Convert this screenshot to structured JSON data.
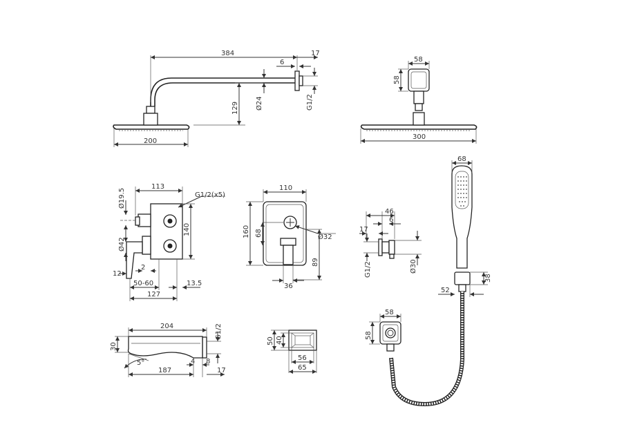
{
  "shower_arm": {
    "dim_length": "384",
    "dim_flange": "17",
    "dim_6": "6",
    "dim_height": "129",
    "dim_pipe": "Ø24",
    "dim_thread": "G1/2",
    "dim_head_width": "200"
  },
  "ceiling_head": {
    "dim_mount_width": "58",
    "dim_mount_height": "58",
    "dim_head_width": "300"
  },
  "diverter_body": {
    "dim_113": "113",
    "dim_thread": "G1/2(x5)",
    "dim_19_5": "Ø19.5",
    "dim_42": "Ø42",
    "dim_140": "140",
    "dim_2": "2",
    "dim_12": "12",
    "dim_50_60": "50-60",
    "dim_13_5": "13.5",
    "dim_127": "127"
  },
  "mixer_plate": {
    "dim_width": "110",
    "dim_height": "160",
    "dim_68": "68",
    "dim_knob": "Ø32",
    "dim_89": "89",
    "dim_36": "36"
  },
  "wall_outlet": {
    "dim_46": "46",
    "dim_6": "6",
    "dim_17": "17",
    "dim_thread": "G1/2",
    "dim_30": "Ø30"
  },
  "hand_shower": {
    "dim_68": "68",
    "dim_38": "38",
    "dim_52": "52"
  },
  "spout": {
    "dim_204": "204",
    "dim_thread": "G1/2",
    "dim_30": "30",
    "dim_angle": "5°",
    "dim_4": "4",
    "dim_8": "8",
    "dim_187": "187",
    "dim_17": "17"
  },
  "overflow_box": {
    "dim_50": "50",
    "dim_40": "40",
    "dim_56": "56",
    "dim_65": "65"
  },
  "hose_holder": {
    "dim_58_w": "58",
    "dim_58_h": "58"
  }
}
